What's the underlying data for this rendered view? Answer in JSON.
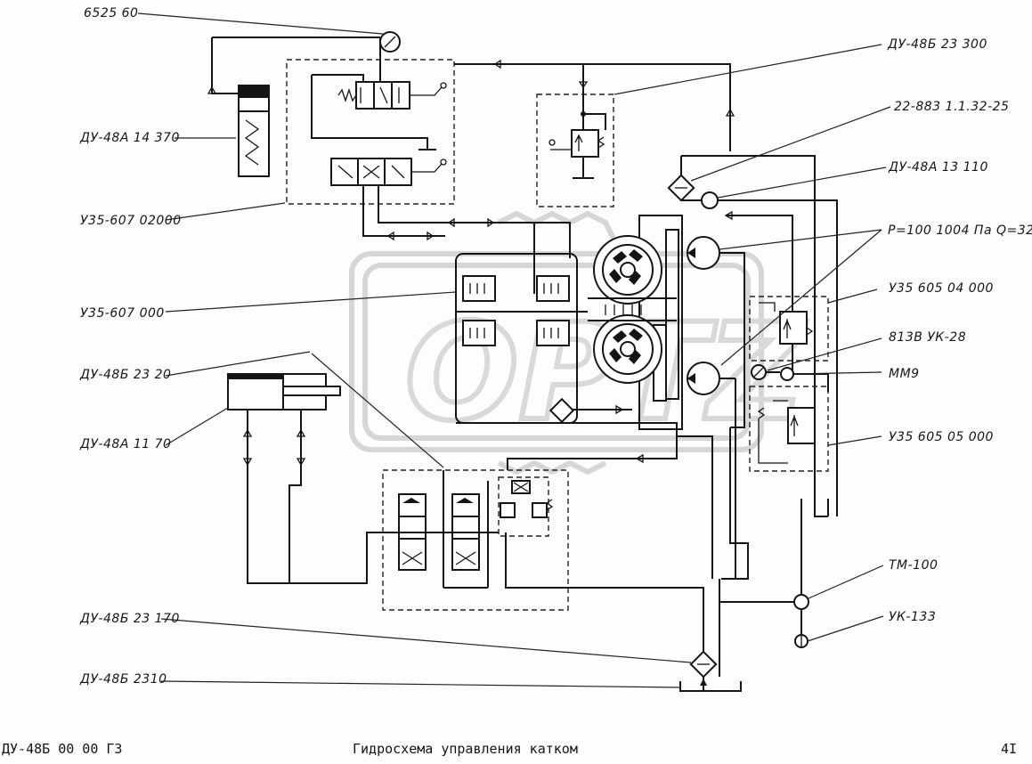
{
  "labels": {
    "l_6525": "6525 60",
    "l_du48a_14370": "ДУ-48А  14 370",
    "l_u35_607_02000": "У35-607 02000",
    "l_u35_607_000": "У35-607 000",
    "l_du48b_2320": "ДУ-48Б  23 20",
    "l_du48a_1170": "ДУ-48А  11 70",
    "l_du48b_23170": "ДУ-48Б 23 170",
    "l_du48b_2310": "ДУ-48Б  2310",
    "l_du48b_23300": "ДУ-48Б  23 300",
    "l_22883": "22-883  1.1.32-25",
    "l_du48a_13110": "ДУ-48А  13 110",
    "l_pq": "Р=100  1004 Па  Q=32",
    "l_u35_605_04": "У35  605 04 000",
    "l_813v": "813В  УК-28",
    "l_mm9": "ММ9",
    "l_u35_605_05": "У35  605 05 000",
    "l_tm100": "ТМ-100",
    "l_uk133": "УК-133"
  },
  "footer": {
    "code": "ДУ-48Б 00 00 ГЗ",
    "title": "Гидросхема управления катком",
    "page": "4I"
  },
  "watermark": "OPTZ",
  "colors": {
    "ink": "#141414",
    "watermark": "#d6d6d6"
  }
}
